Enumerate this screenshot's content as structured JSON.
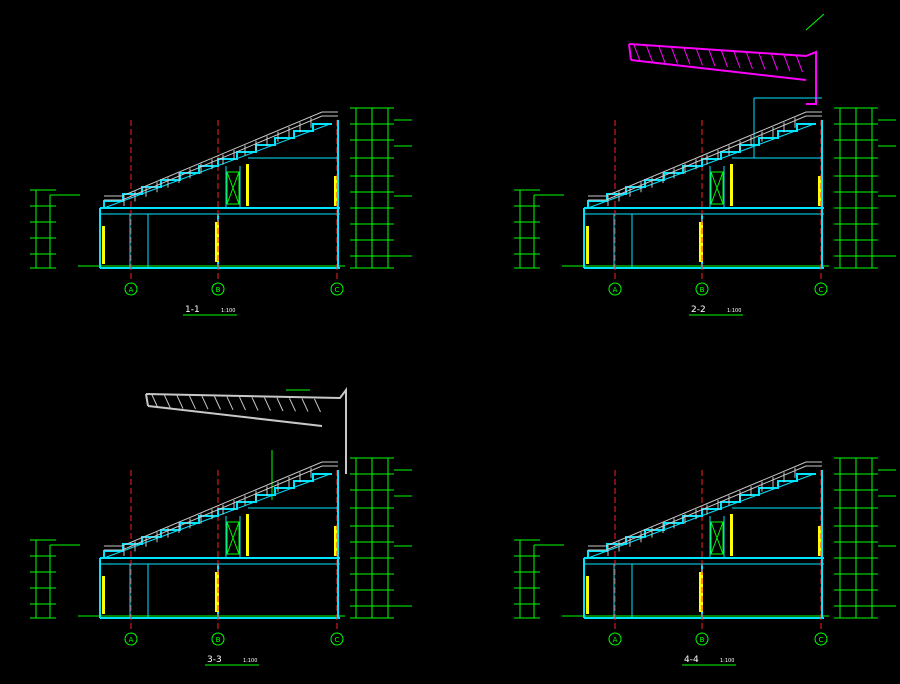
{
  "colors": {
    "background": "#000000",
    "structure": "#00e5ff",
    "dimension": "#00ff00",
    "handrail": "#c8c8c8",
    "grid_line": "#ff2020",
    "column": "#ffff00",
    "canopy_highlight": "#ff00ff",
    "text": "#ffffff"
  },
  "sections": [
    {
      "id": "1-1",
      "label": "1-1",
      "scale": "1:100",
      "has_canopy": false,
      "grid_axes": [
        "A",
        "B",
        "C"
      ]
    },
    {
      "id": "2-2",
      "label": "2-2",
      "scale": "1:100",
      "has_canopy": true,
      "canopy_highlight": true,
      "grid_axes": [
        "A",
        "B",
        "C"
      ]
    },
    {
      "id": "3-3",
      "label": "3-3",
      "scale": "1:100",
      "has_canopy": true,
      "canopy_highlight": false,
      "grid_axes": [
        "A",
        "B",
        "C"
      ]
    },
    {
      "id": "4-4",
      "label": "4-4",
      "scale": "1:100",
      "has_canopy": false,
      "grid_axes": [
        "A",
        "B",
        "C"
      ]
    }
  ]
}
